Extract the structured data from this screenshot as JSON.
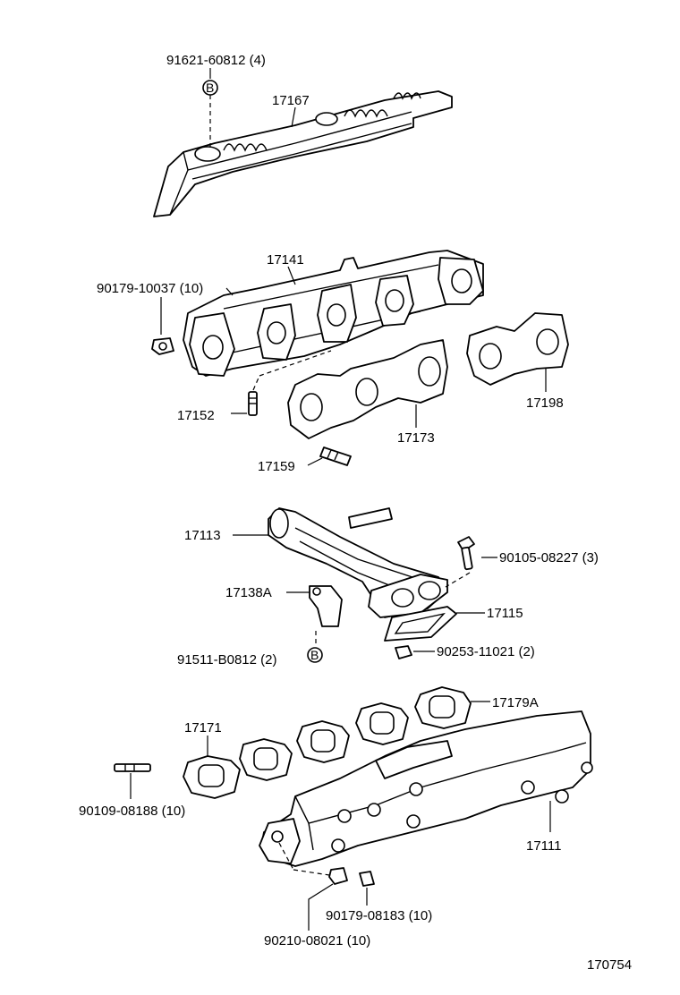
{
  "diagram": {
    "labels": {
      "p91621": "91621-60812 (4)",
      "p17167": "17167",
      "p17141": "17141",
      "p90179_10037": "90179-10037 (10)",
      "p17152": "17152",
      "p17173": "17173",
      "p17198": "17198",
      "p17159": "17159",
      "p17113": "17113",
      "p90105": "90105-08227 (3)",
      "p17138A": "17138A",
      "p17115": "17115",
      "p91511": "91511-B0812 (2)",
      "p90253": "90253-11021 (2)",
      "p17179A": "17179A",
      "p17171": "17171",
      "p90109": "90109-08188 (10)",
      "p17111": "17111",
      "p90179_08183": "90179-08183 (10)",
      "p90210": "90210-08021 (10)",
      "figure_number": "170754"
    },
    "callout_marker": "B"
  }
}
